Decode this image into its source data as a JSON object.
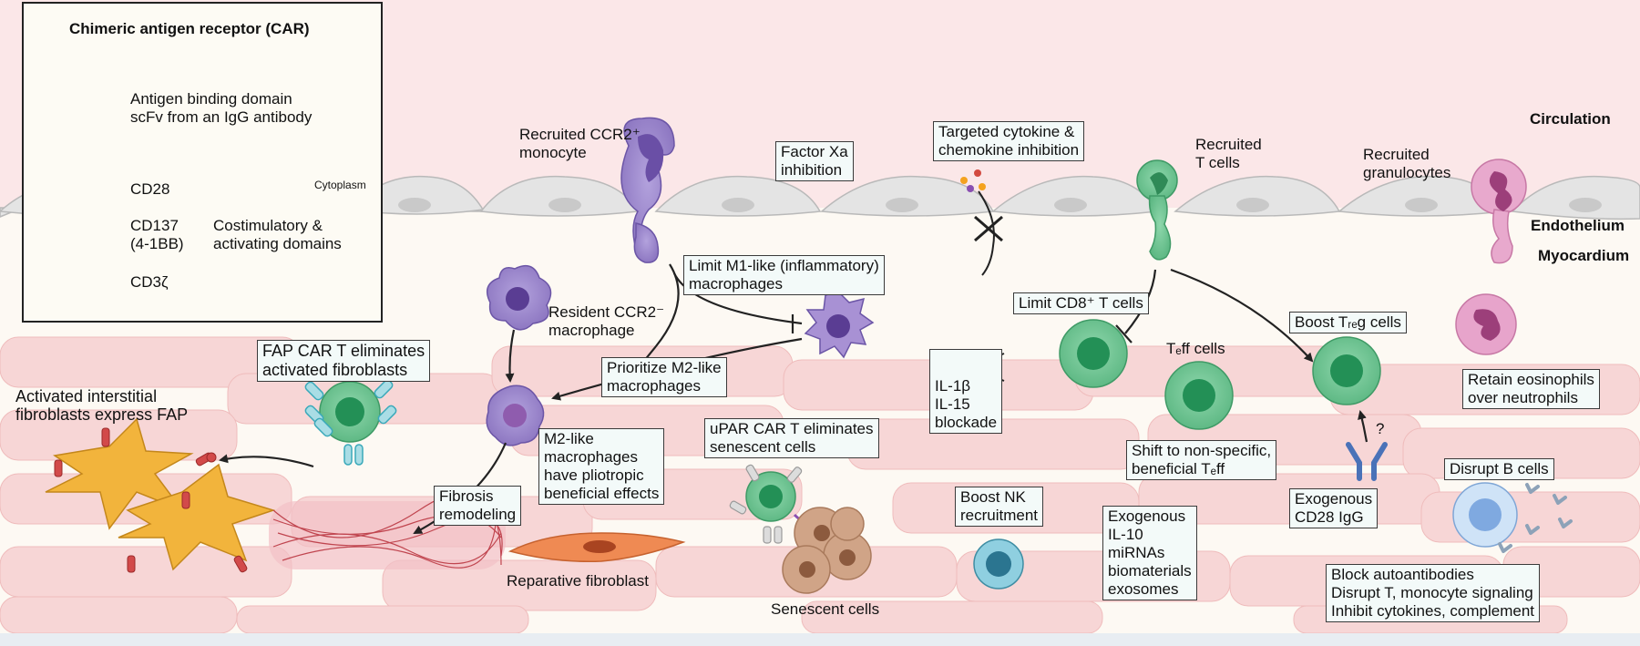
{
  "car_panel": {
    "title": "Chimeric antigen receptor (CAR)",
    "antigen_domain": [
      "Antigen binding domain",
      "scFv from an IgG antibody"
    ],
    "cytoplasm": "Cytoplasm",
    "cd28": "CD28",
    "cd137": [
      "CD137",
      "(4-1BB)"
    ],
    "cd3z": "CD3ζ",
    "costim": [
      "Costimulatory &",
      "activating domains"
    ]
  },
  "compartments": {
    "circulation": "Circulation",
    "endothelium": "Endothelium",
    "myocardium": "Myocardium"
  },
  "labels": {
    "recruited_monocyte": [
      "Recruited CCR2⁺",
      "monocyte"
    ],
    "recruited_t": [
      "Recruited",
      "T cells"
    ],
    "recruited_gran": [
      "Recruited",
      "granulocytes"
    ],
    "resident_macro": [
      "Resident CCR2⁻",
      "macrophage"
    ],
    "activated_fib": [
      "Activated interstitial",
      "fibroblasts express FAP"
    ],
    "reparative_fib": "Reparative fibroblast",
    "senescent": "Senescent cells",
    "teff_cells": "Tₑff cells"
  },
  "boxes": {
    "factor_xa": [
      "Factor Xa",
      "inhibition"
    ],
    "cytokine": [
      "Targeted cytokine &",
      "chemokine inhibition"
    ],
    "limit_m1": [
      "Limit M1-like (inflammatory)",
      "macrophages"
    ],
    "prioritize_m2": [
      "Prioritize M2-like",
      "macrophages"
    ],
    "fap_car": [
      "FAP CAR T eliminates",
      "activated fibroblasts"
    ],
    "m2_effects": [
      "M2-like",
      "macrophages",
      "have pliotropic",
      "beneficial effects"
    ],
    "fibrosis": [
      "Fibrosis",
      "remodeling"
    ],
    "upar_car": [
      "uPAR CAR T eliminates",
      "senescent cells"
    ],
    "il_blockade": [
      "IL-1β",
      "IL-15",
      "blockade"
    ],
    "limit_cd8": "Limit CD8⁺ T cells",
    "boost_treg": "Boost Tᵣₑg cells",
    "retain_eos": [
      "Retain eosinophils",
      "over neutrophils"
    ],
    "shift_teff": [
      "Shift to non-specific,",
      "beneficial Tₑff"
    ],
    "boost_nk": [
      "Boost NK",
      "recruitment"
    ],
    "exogenous": [
      "Exogenous",
      "IL-10",
      "miRNAs",
      "biomaterials",
      "exosomes"
    ],
    "exo_cd28": [
      "Exogenous",
      "CD28 IgG"
    ],
    "disrupt_b": "Disrupt B cells",
    "block_auto": [
      "Block autoantibodies",
      "Disrupt T, monocyte signaling",
      "Inhibit cytokines, complement"
    ],
    "question": "?"
  },
  "colors": {
    "circulation": "#fbe7e8",
    "myocardium_bg": "#fdf9f3",
    "muscle": "#f6d3d3",
    "endothelium": "#e2e2e2",
    "box_fill": "#f3faf9",
    "macrophage": "#9a83c7",
    "t_cell": "#66c38d",
    "granulocyte": "#e7a6cc",
    "fibroblast": "#f1b33a",
    "receptor": "#8bcbd6"
  }
}
